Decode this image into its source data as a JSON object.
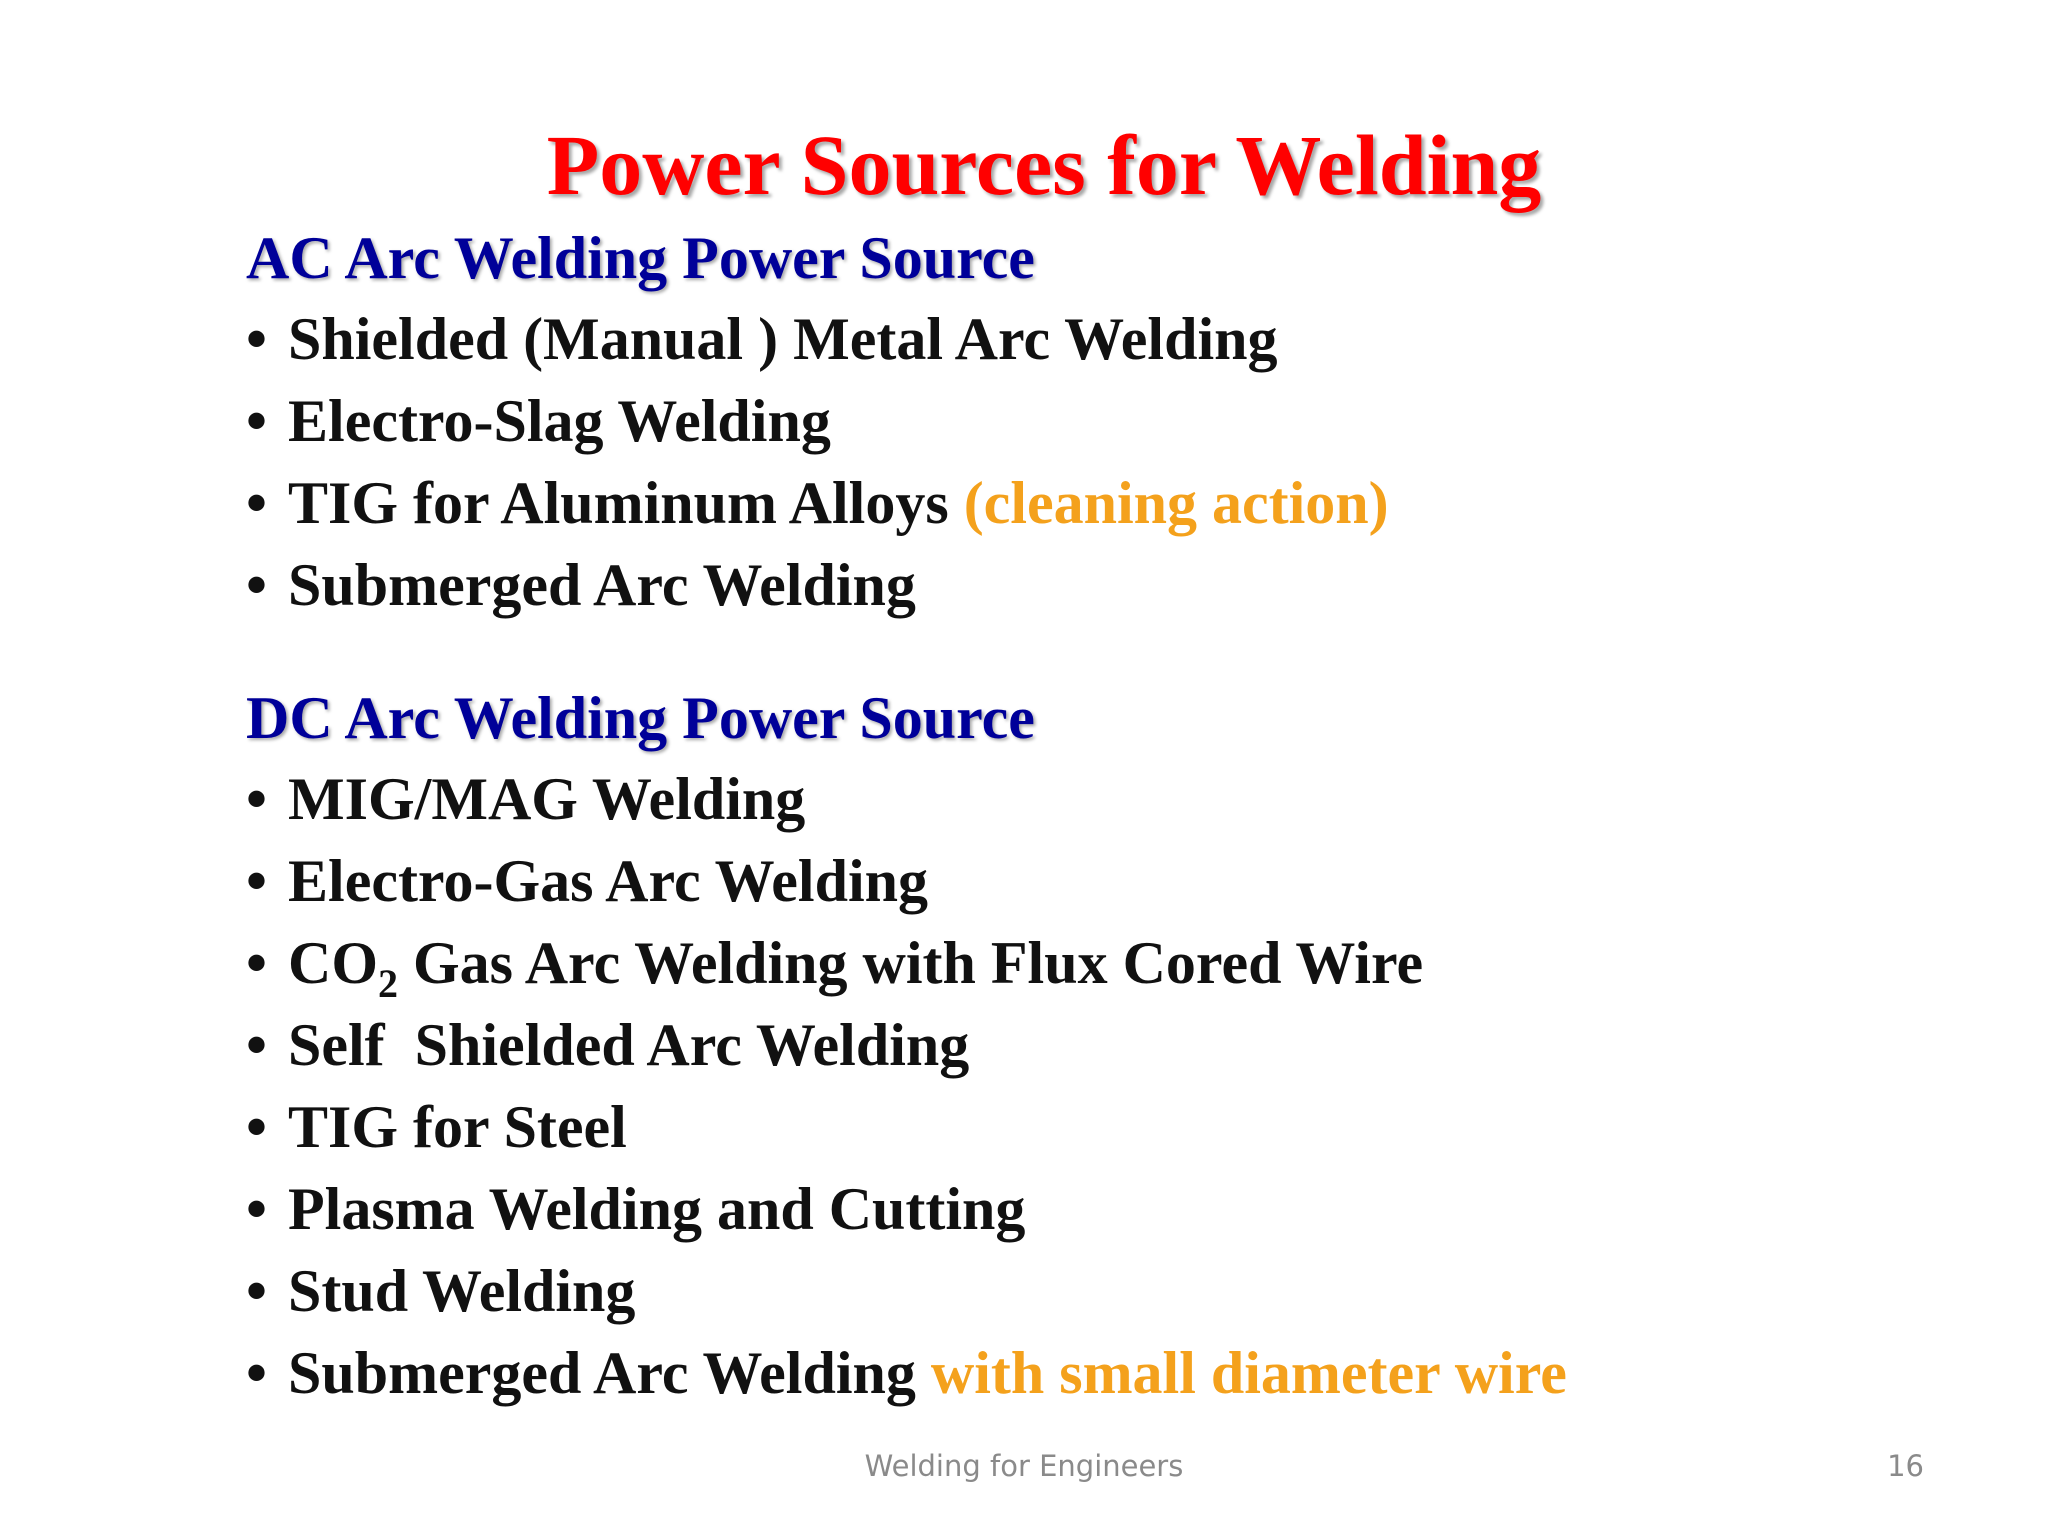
{
  "slide": {
    "title": "Power Sources for Welding",
    "footer": "Welding for Engineers",
    "page_number": "16"
  },
  "ac": {
    "heading": "AC Arc Welding Power Source",
    "items": [
      {
        "text": "Shielded (Manual ) Metal Arc Welding"
      },
      {
        "text": "Electro-Slag Welding"
      },
      {
        "text": "TIG for Aluminum Alloys",
        "highlight": "(cleaning action)"
      },
      {
        "text": "Submerged Arc Welding"
      }
    ]
  },
  "dc": {
    "heading": "DC Arc Welding Power Source",
    "items": [
      {
        "text": "MIG/MAG Welding"
      },
      {
        "text": "Electro-Gas Arc Welding"
      },
      {
        "text_prefix": "CO",
        "subscript": "2",
        "text_suffix": " Gas Arc Welding with Flux Cored Wire"
      },
      {
        "text": "Self  Shielded Arc Welding"
      },
      {
        "text": "TIG for Steel"
      },
      {
        "text": "Plasma Welding and Cutting"
      },
      {
        "text": "Stud Welding"
      },
      {
        "text": "Submerged Arc Welding",
        "highlight": "with small diameter wire"
      }
    ]
  },
  "colors": {
    "title": "#ff0000",
    "heading": "#000099",
    "body_text": "#111111",
    "highlight": "#f4a11c",
    "footer": "#8a8a8a"
  }
}
